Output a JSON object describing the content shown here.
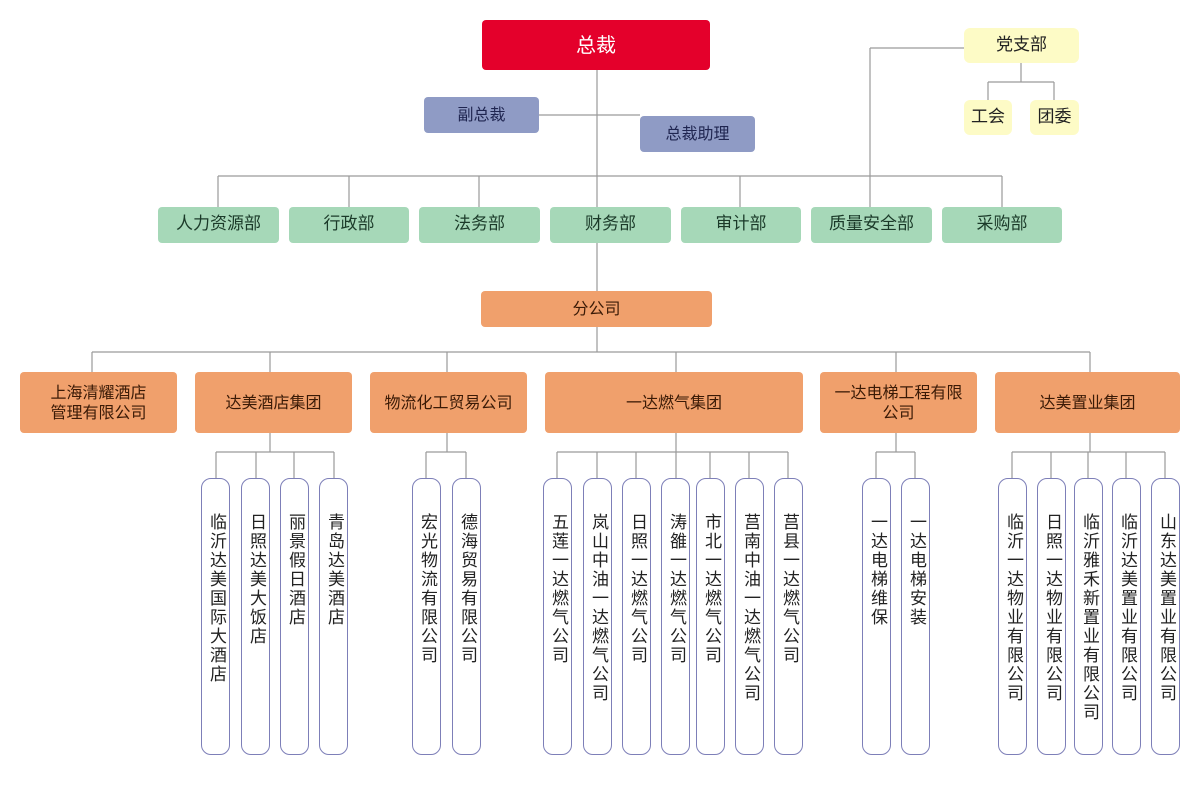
{
  "top": {
    "president": "总裁",
    "vice_president": "副总裁",
    "assistant": "总裁助理"
  },
  "party": {
    "branch": "党支部",
    "union": "工会",
    "youth_league": "团委"
  },
  "departments": [
    "人力资源部",
    "行政部",
    "法务部",
    "财务部",
    "审计部",
    "质量安全部",
    "采购部"
  ],
  "branch_company": "分公司",
  "groups": [
    {
      "name": "上海清耀酒店\n管理有限公司",
      "subs": []
    },
    {
      "name": "达美酒店集团",
      "subs": [
        "临沂达美国际大酒店",
        "日照达美大饭店",
        "丽景假日酒店",
        "青岛达美酒店"
      ]
    },
    {
      "name": "物流化工贸易公司",
      "subs": [
        "宏光物流有限公司",
        "德海贸易有限公司"
      ]
    },
    {
      "name": "一达燃气集团",
      "subs": [
        "五莲一达燃气公司",
        "岚山中油一达燃气公司",
        "日照一达燃气公司",
        "涛雒一达燃气公司",
        "市北一达燃气公司",
        "莒南中油一达燃气公司",
        "莒县一达燃气公司"
      ]
    },
    {
      "name": "一达电梯工程有限\n公司",
      "subs": [
        "一达电梯维保",
        "一达电梯安装"
      ]
    },
    {
      "name": "达美置业集团",
      "subs": [
        "临沂一达物业有限公司",
        "日照一达物业有限公司",
        "临沂雅禾新置业有限公司",
        "临沂达美置业有限公司",
        "山东达美置业有限公司"
      ]
    }
  ],
  "colors": {
    "president": "#e4002b",
    "assistant": "#8f9bc5",
    "department": "#a6d8b8",
    "company": "#f0a06c",
    "party": "#fdfbc6",
    "line": "#9a9a9a",
    "sub_border": "#7d7fb8"
  }
}
